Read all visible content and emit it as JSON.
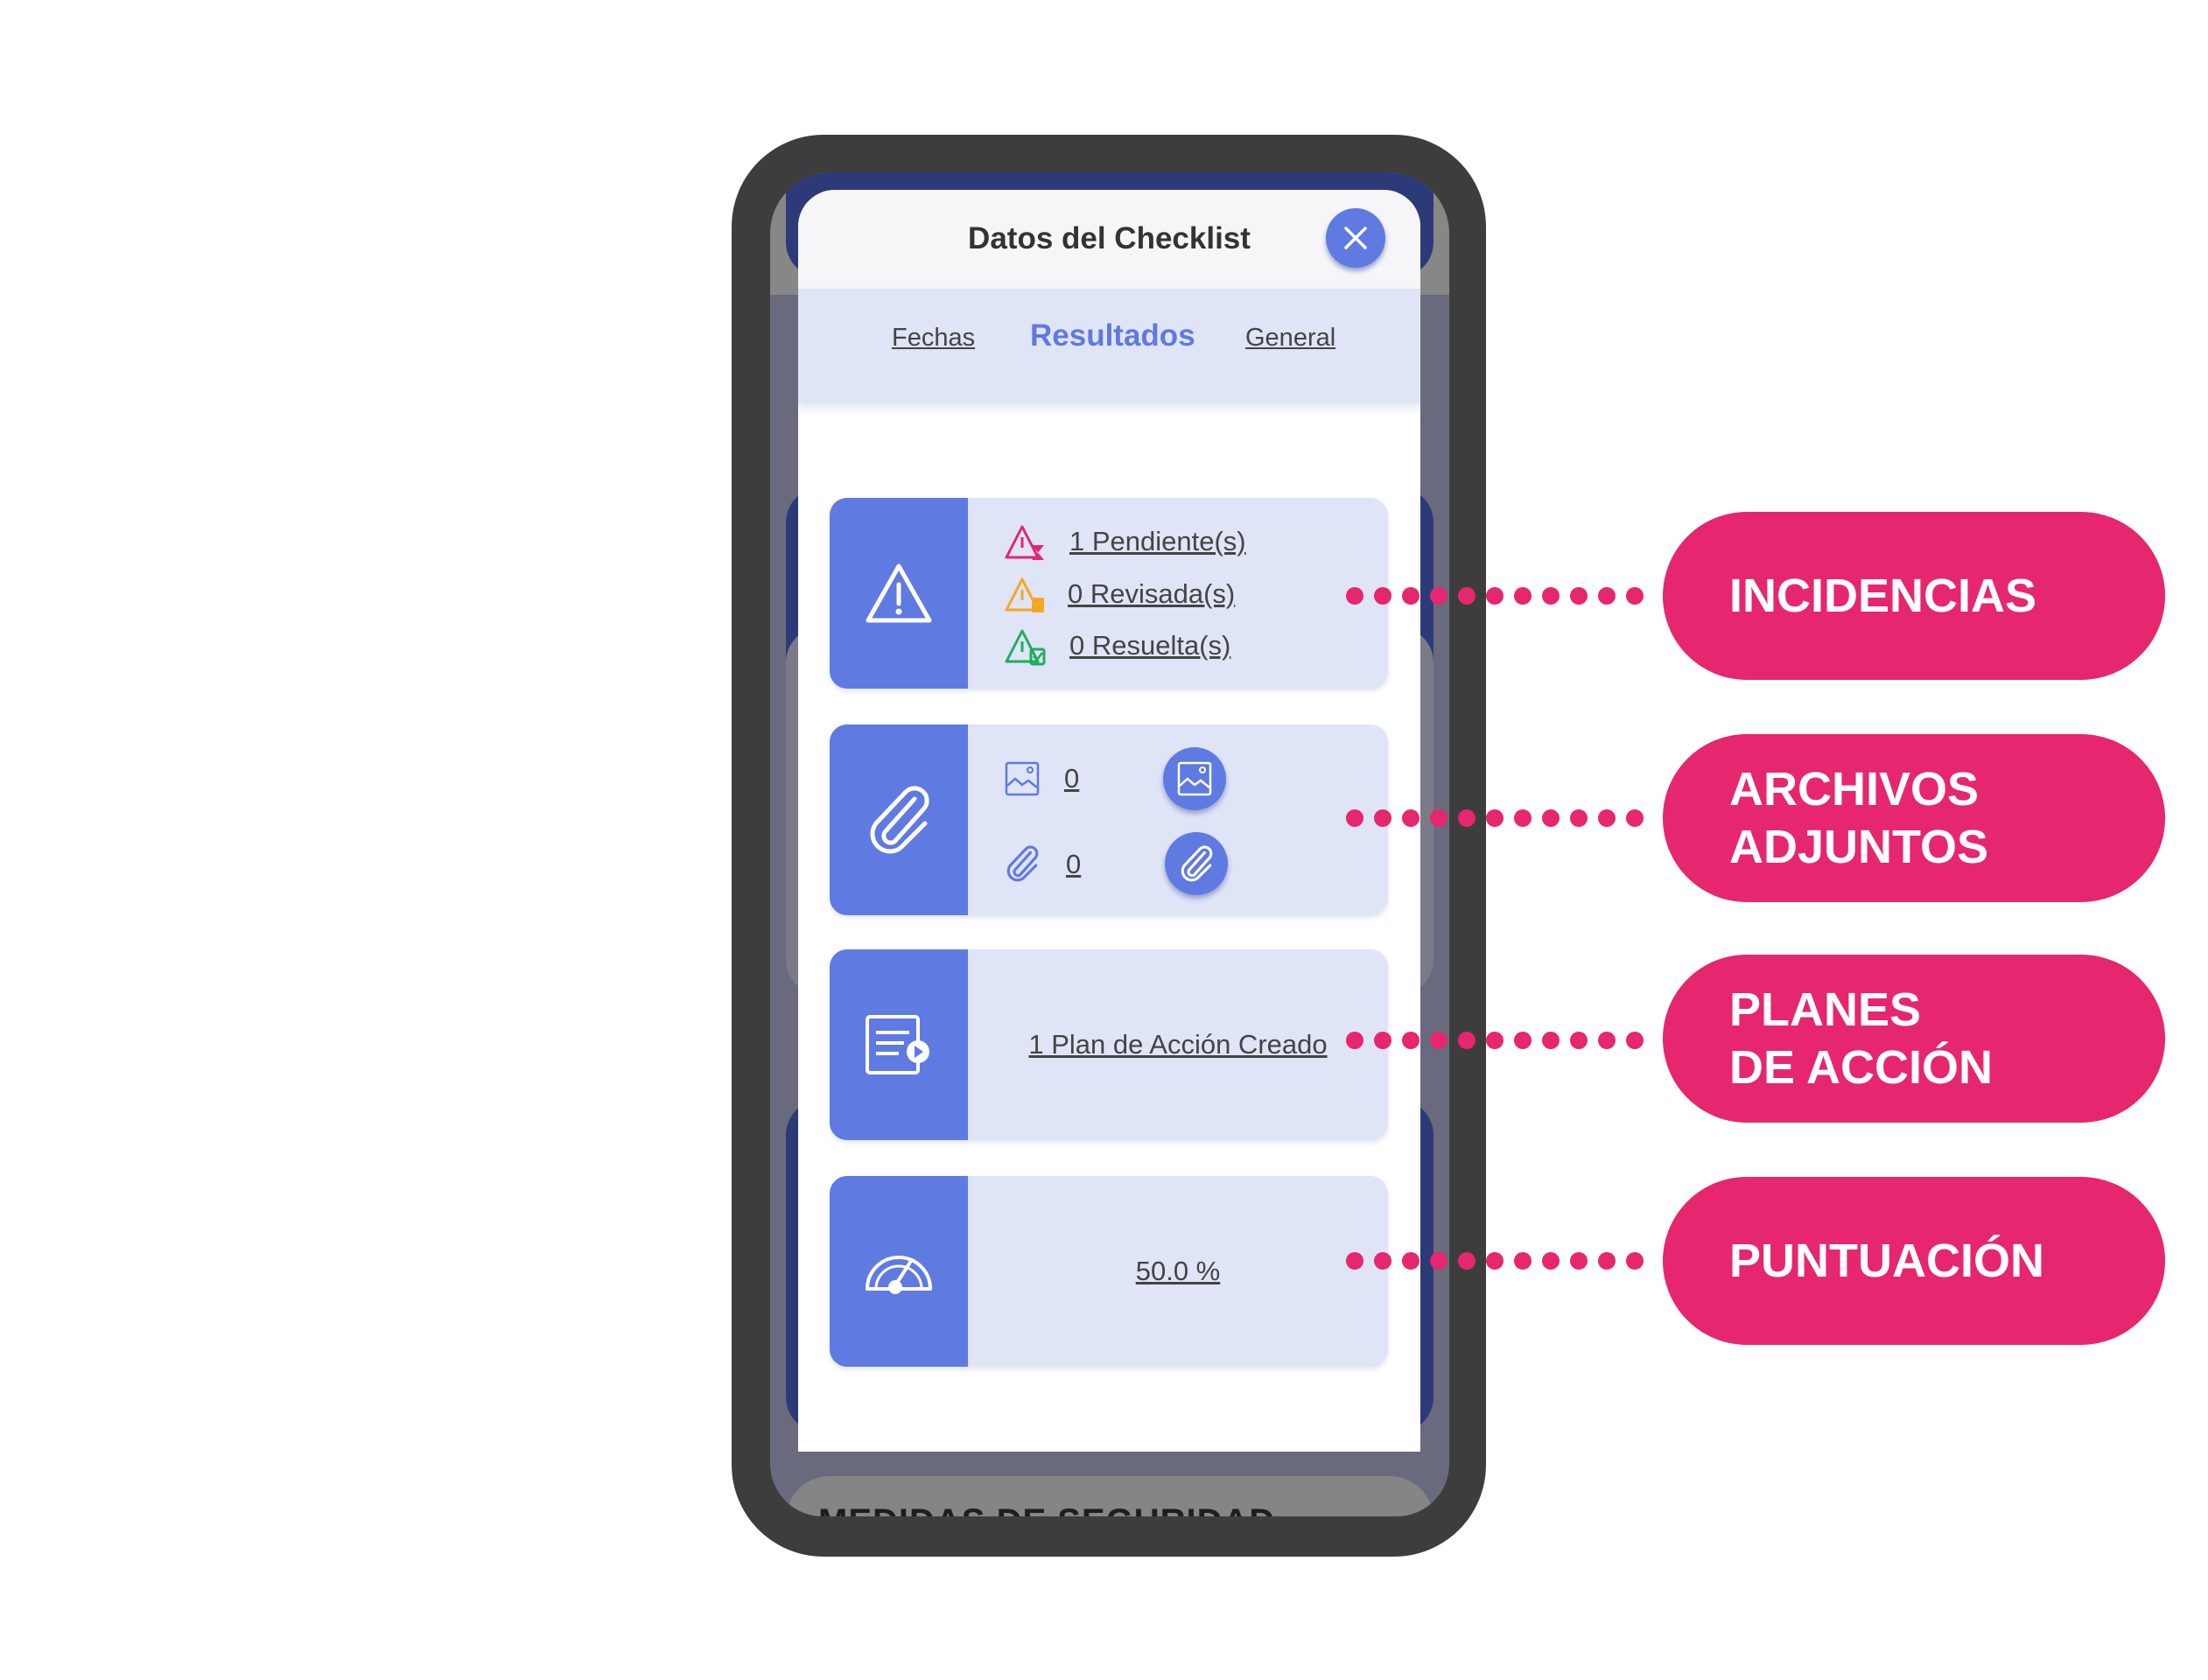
{
  "modal": {
    "title": "Datos del Checklist",
    "close_icon": "close-icon",
    "tabs": [
      {
        "label": "Fechas",
        "active": false
      },
      {
        "label": "Resultados",
        "active": true
      },
      {
        "label": "General",
        "active": false
      }
    ]
  },
  "cards": {
    "incidencias": {
      "icon": "warning-triangle-icon",
      "rows": [
        {
          "label": "1 Pendiente(s)",
          "icon": "warning-pending-icon",
          "color": "#e6266f"
        },
        {
          "label": "0 Revisada(s)",
          "icon": "warning-reviewed-icon",
          "color": "#f5a623"
        },
        {
          "label": "0 Resuelta(s)",
          "icon": "warning-resolved-icon",
          "color": "#1fae5b"
        }
      ]
    },
    "adjuntos": {
      "icon": "paperclip-icon",
      "images_count": "0",
      "files_count": "0"
    },
    "planes": {
      "icon": "action-plan-icon",
      "label": "1 Plan de Acción Creado"
    },
    "puntuacion": {
      "icon": "gauge-icon",
      "label": "50.0 %"
    }
  },
  "background": {
    "bottom_section": "MEDIDAS DE SEGURIDAD"
  },
  "callouts": [
    {
      "label": "INCIDENCIAS"
    },
    {
      "label": "ARCHIVOS\nADJUNTOS"
    },
    {
      "label": "PLANES\nDE ACCIÓN"
    },
    {
      "label": "PUNTUACIÓN"
    }
  ],
  "colors": {
    "accent": "#5f7ae0",
    "card_bg": "#dfe4f7",
    "callout": "#e6266f",
    "frame": "#3d3d3d"
  }
}
